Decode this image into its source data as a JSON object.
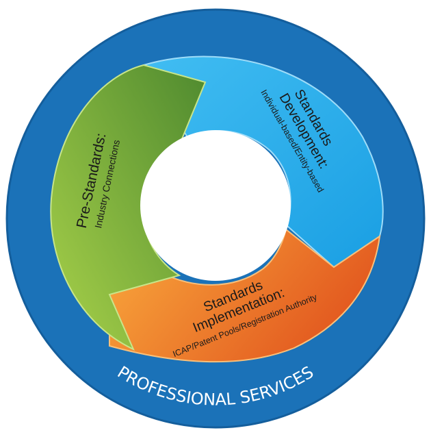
{
  "ring_label": "PROFESSIONAL SERVICES",
  "segments": {
    "pre_standards": {
      "heading": "Pre-Standards:",
      "subtitle": "Industry Connections",
      "color_light": "#a9d24a",
      "color_dark": "#4f8a2f"
    },
    "development": {
      "heading_line1": "Standards",
      "heading_line2": "Development:",
      "subtitle": "Individual-based/Entity-based",
      "color_light": "#41bdf2",
      "color_dark": "#1a9fe3"
    },
    "implementation": {
      "heading_line1": "Standards",
      "heading_line2": "Implementation:",
      "subtitle": "ICAP/Patent Pools/Registration Authority",
      "color_light": "#f7a23a",
      "color_dark": "#e0501c"
    }
  },
  "colors": {
    "outer_ring": "#1b72b8",
    "outer_ring_edge": "#145e9c",
    "center": "#ffffff"
  }
}
